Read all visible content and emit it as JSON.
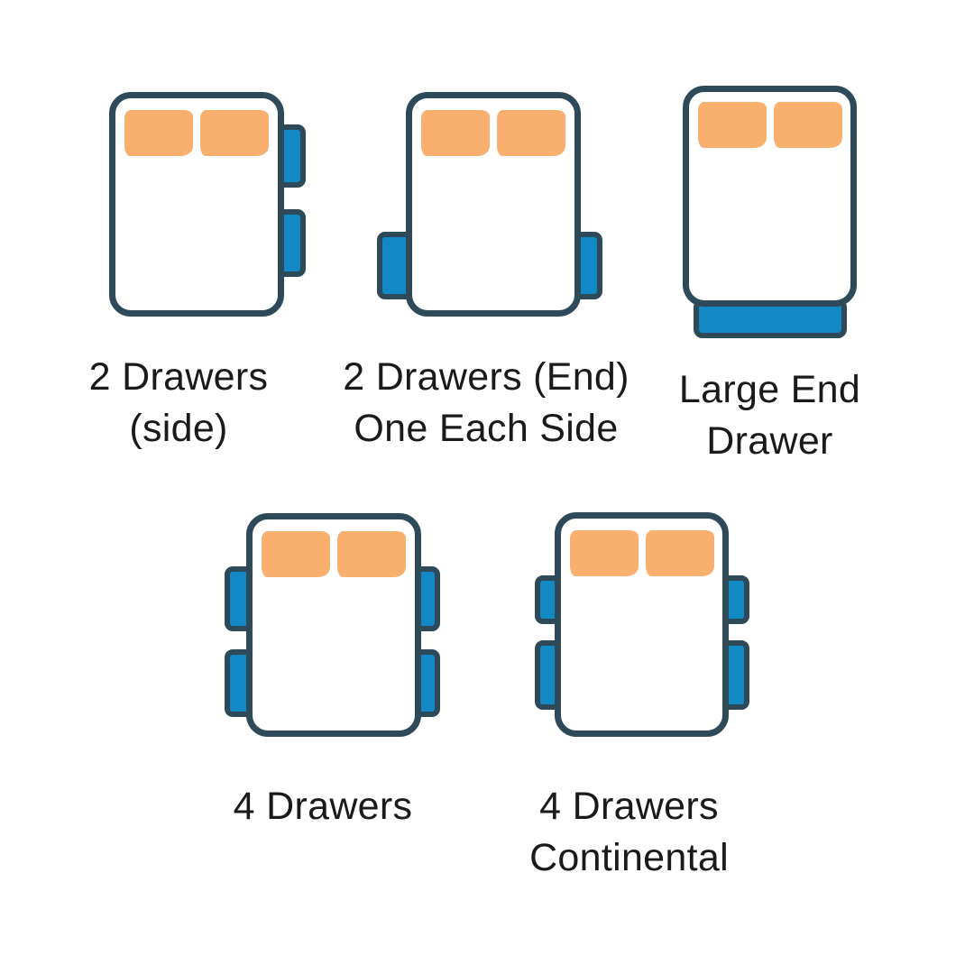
{
  "colors": {
    "background": "#ffffff",
    "bed_outline": "#2e4a59",
    "drawer_fill": "#1289c4",
    "pillow_fill": "#f9b06e",
    "label_text": "#1a1a1a"
  },
  "diagram": {
    "description_icon_names": [
      "bed-icon",
      "pillow-icon",
      "drawer-icon"
    ],
    "figures": [
      {
        "id": "2-drawers-side",
        "label_line1": "2 Drawers",
        "label_line2": "(side)",
        "drawers_depicted": "2 drawers on right side"
      },
      {
        "id": "2-drawers-end-one-each-side",
        "label_line1": "2 Drawers (End)",
        "label_line2": "One Each Side",
        "drawers_depicted": "1 drawer near foot end on each side"
      },
      {
        "id": "large-end-drawer",
        "label_line1": "Large End",
        "label_line2": "Drawer",
        "drawers_depicted": "1 large drawer across foot end"
      },
      {
        "id": "4-drawers",
        "label_line1": "4 Drawers",
        "drawers_depicted": "2 equal drawers on each side"
      },
      {
        "id": "4-drawers-continental",
        "label_line1": "4 Drawers",
        "label_line2": "Continental",
        "drawers_depicted": "2 drawers each side, smaller head-end drawers"
      }
    ]
  }
}
